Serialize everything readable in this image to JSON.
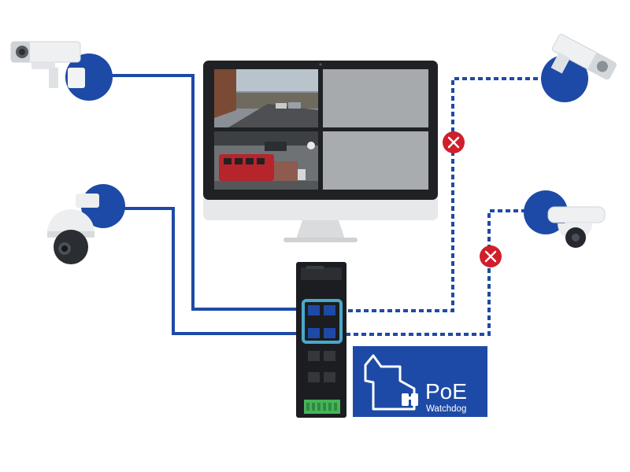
{
  "badge": {
    "title": "PoE",
    "subtitle": "Watchdog"
  },
  "colors": {
    "link_active": "#1d4aa6",
    "link_failed": "#1d4aa6",
    "badge_bg": "#1d4aa6",
    "error_marker": "#cf1f2b",
    "switch_body": "#1b1d20",
    "port_highlight": "#49a9c9",
    "terminal_block": "#46b45a"
  },
  "links": [
    {
      "device": "bullet-camera-top-left",
      "status": "active"
    },
    {
      "device": "ptz-dome-camera-left",
      "status": "active"
    },
    {
      "device": "bullet-camera-top-right",
      "status": "failed"
    },
    {
      "device": "dome-camera-right",
      "status": "failed"
    }
  ],
  "icons": {
    "error": "x-circle-icon"
  }
}
